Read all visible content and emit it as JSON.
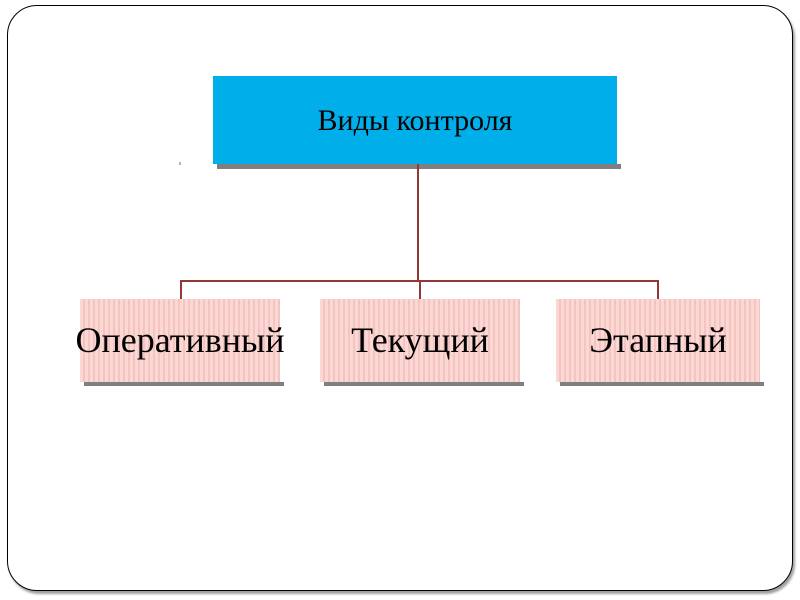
{
  "diagram": {
    "root_label": "Виды контроля",
    "children": [
      {
        "label": "Оперативный"
      },
      {
        "label": "Текущий"
      },
      {
        "label": "Этапный"
      }
    ]
  },
  "colors": {
    "root_fill": "#00AEE9",
    "child_fill": "#FCD8D5",
    "child_stripe": "#F4C4C1",
    "connector": "#953735",
    "shadow_gray": "#7F7F7F"
  }
}
